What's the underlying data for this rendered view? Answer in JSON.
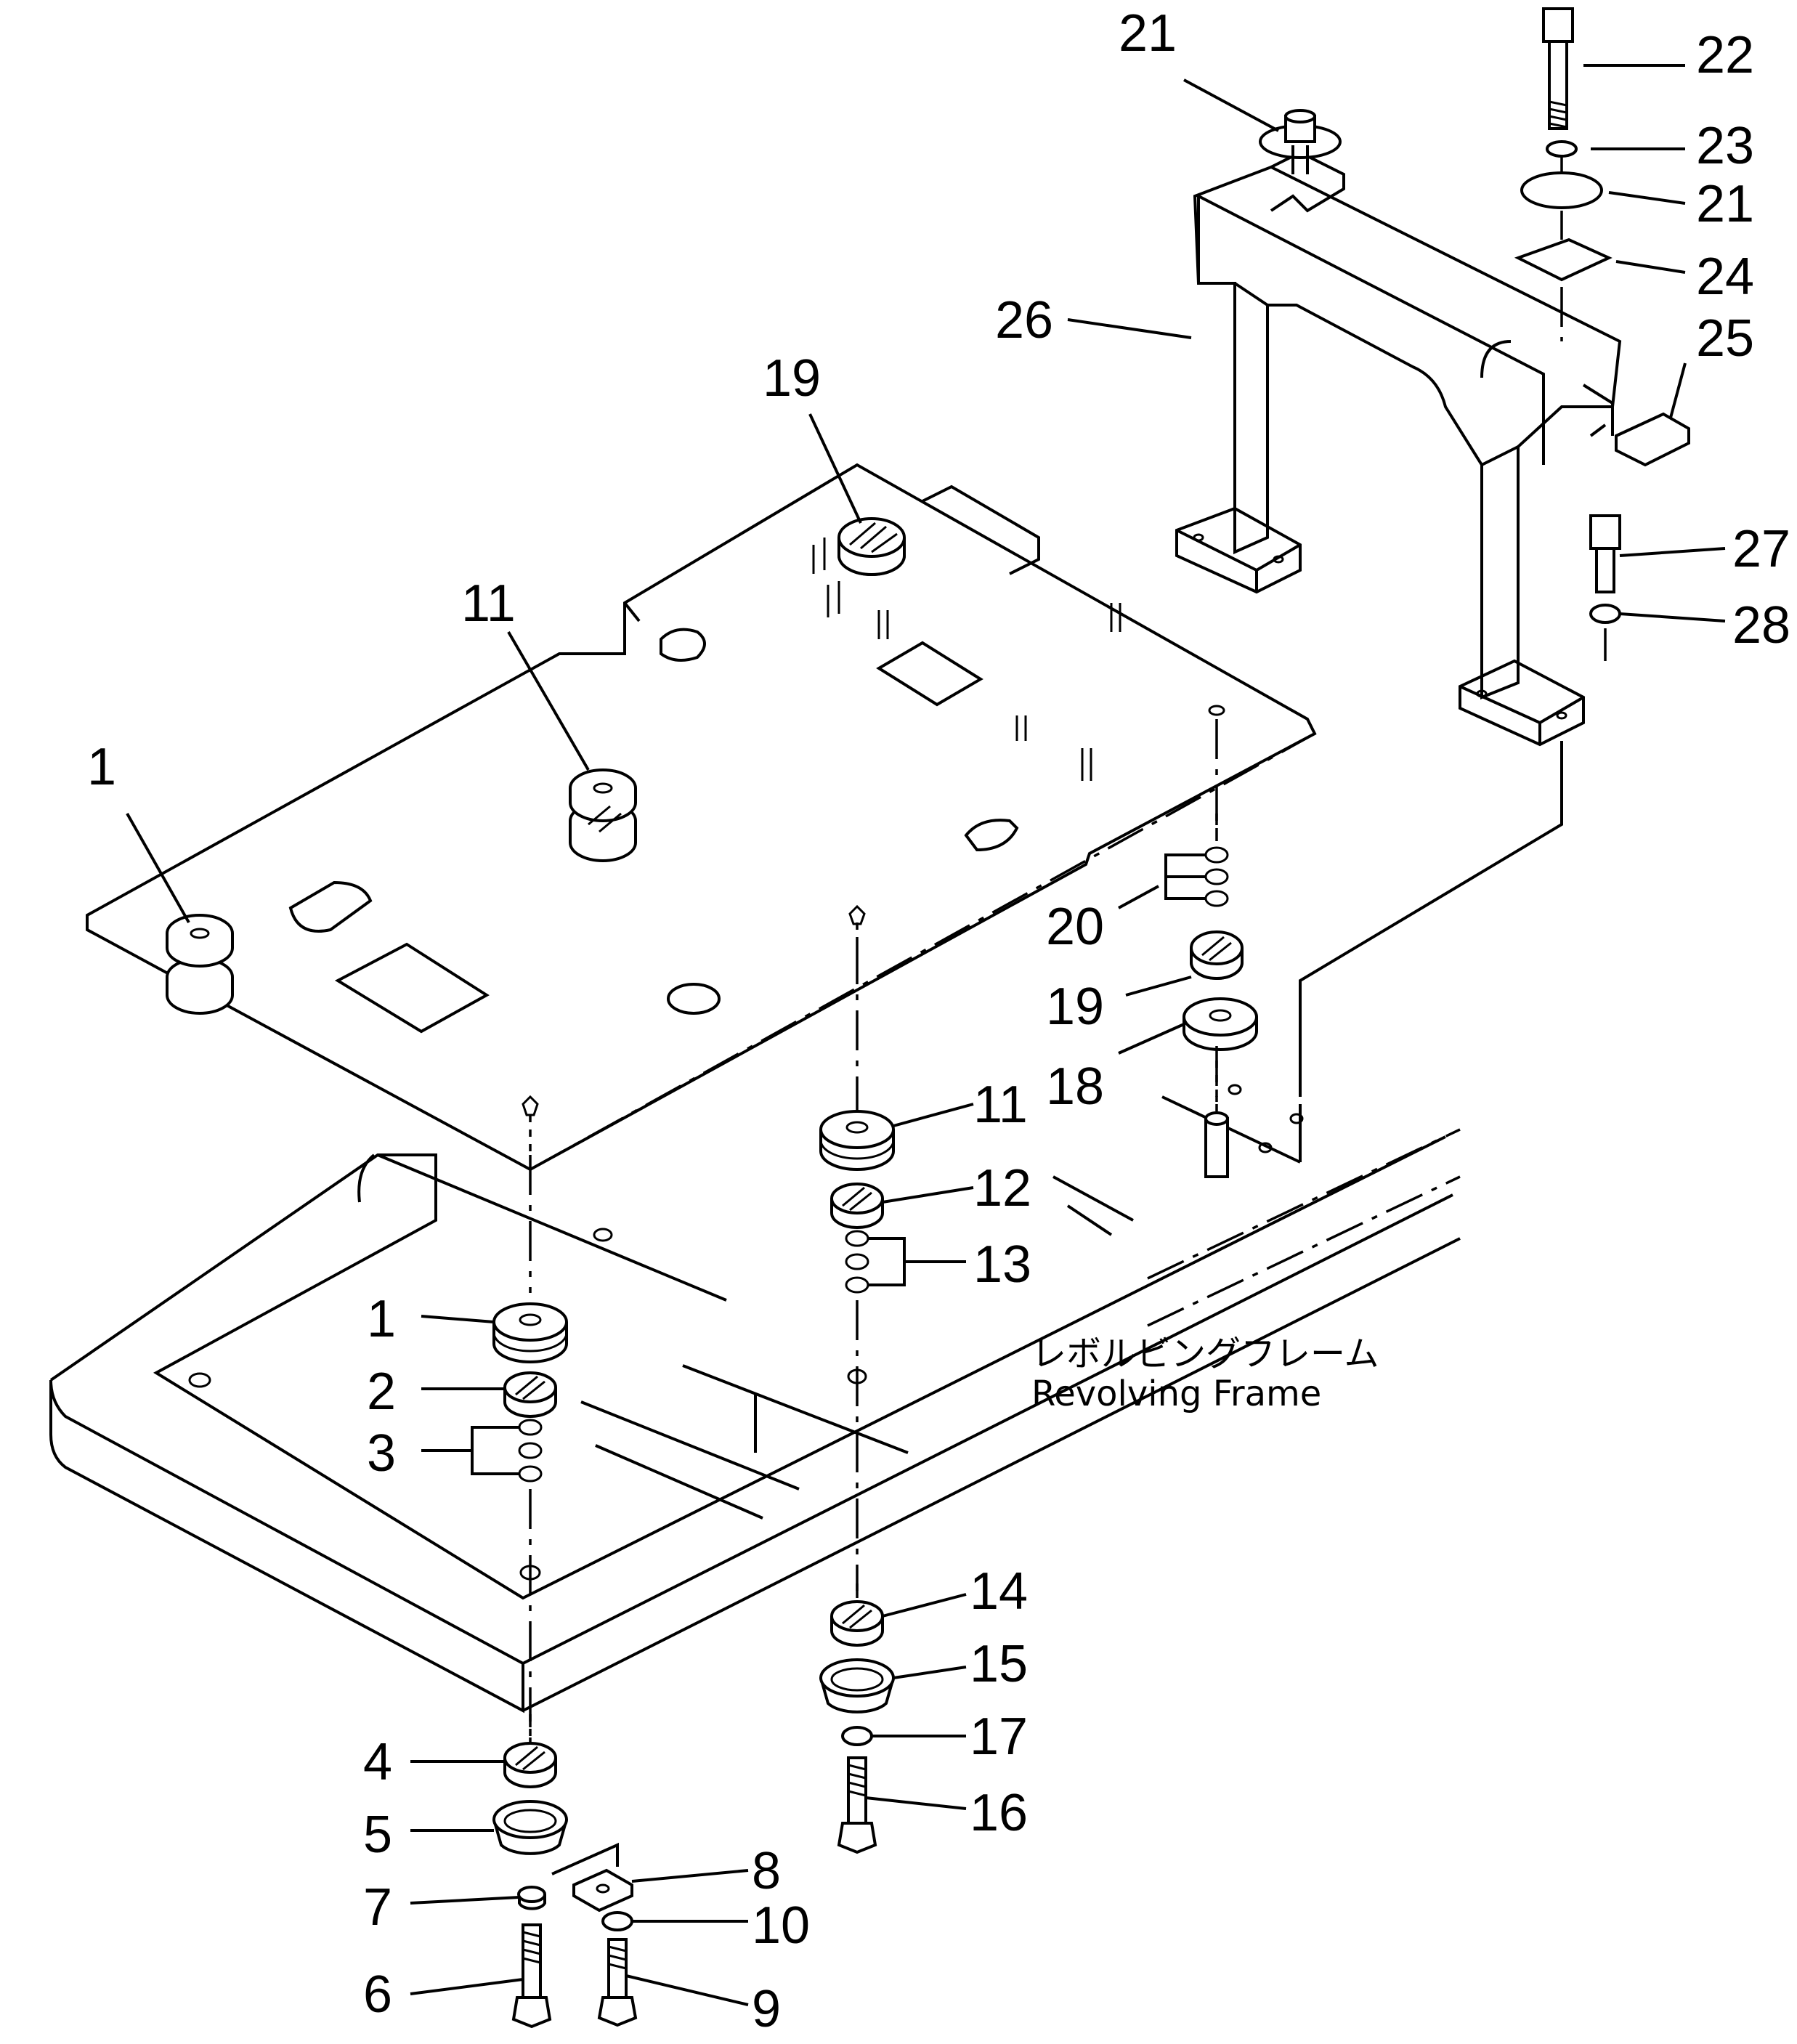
{
  "frame_label": {
    "japanese": "レボルビングフレーム",
    "english": "Revolving Frame"
  },
  "callouts": [
    {
      "id": "c1a",
      "num": "1"
    },
    {
      "id": "c11a",
      "num": "11"
    },
    {
      "id": "c19a",
      "num": "19"
    },
    {
      "id": "c21a",
      "num": "21"
    },
    {
      "id": "c22",
      "num": "22"
    },
    {
      "id": "c23",
      "num": "23"
    },
    {
      "id": "c21b",
      "num": "21"
    },
    {
      "id": "c24",
      "num": "24"
    },
    {
      "id": "c25",
      "num": "25"
    },
    {
      "id": "c26",
      "num": "26"
    },
    {
      "id": "c27",
      "num": "27"
    },
    {
      "id": "c28",
      "num": "28"
    },
    {
      "id": "c20",
      "num": "20"
    },
    {
      "id": "c19b",
      "num": "19"
    },
    {
      "id": "c18",
      "num": "18"
    },
    {
      "id": "c11b",
      "num": "11"
    },
    {
      "id": "c12",
      "num": "12"
    },
    {
      "id": "c13",
      "num": "13"
    },
    {
      "id": "c1b",
      "num": "1"
    },
    {
      "id": "c2",
      "num": "2"
    },
    {
      "id": "c3",
      "num": "3"
    },
    {
      "id": "c14",
      "num": "14"
    },
    {
      "id": "c15",
      "num": "15"
    },
    {
      "id": "c17",
      "num": "17"
    },
    {
      "id": "c16",
      "num": "16"
    },
    {
      "id": "c4",
      "num": "4"
    },
    {
      "id": "c5",
      "num": "5"
    },
    {
      "id": "c8",
      "num": "8"
    },
    {
      "id": "c7",
      "num": "7"
    },
    {
      "id": "c10",
      "num": "10"
    },
    {
      "id": "c6",
      "num": "6"
    },
    {
      "id": "c9",
      "num": "9"
    }
  ]
}
